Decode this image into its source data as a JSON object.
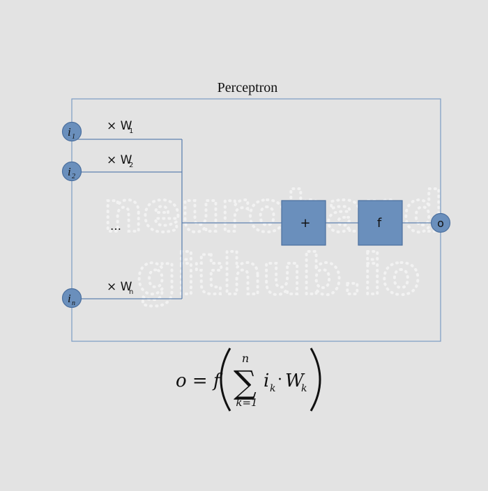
{
  "title": "Perceptron",
  "inputs": [
    {
      "base": "i",
      "sub": "1"
    },
    {
      "base": "i",
      "sub": "2"
    },
    {
      "base": "i",
      "sub": "n"
    }
  ],
  "weights": [
    {
      "prefix": "× W",
      "sub": "1"
    },
    {
      "prefix": "× W",
      "sub": "2"
    },
    {
      "prefix": "× W",
      "sub": "n"
    }
  ],
  "ellipsis": "…",
  "sum_label": "+",
  "activation_label": "f",
  "output_label": "o",
  "watermark": {
    "line1": "neuroband",
    "line2": "github.io"
  },
  "formula": {
    "lhs": "o = f",
    "sum_upper": "n",
    "sum_lower": "k=1",
    "term_i": "i",
    "term_i_sub": "k",
    "dot": "·",
    "term_w": "W",
    "term_w_sub": "k"
  },
  "colors": {
    "node_fill": "#6a8fbc",
    "node_stroke": "#4b6f9e",
    "line": "#5f82b0",
    "frame": "#7a9cc4",
    "background": "#e3e3e3"
  }
}
